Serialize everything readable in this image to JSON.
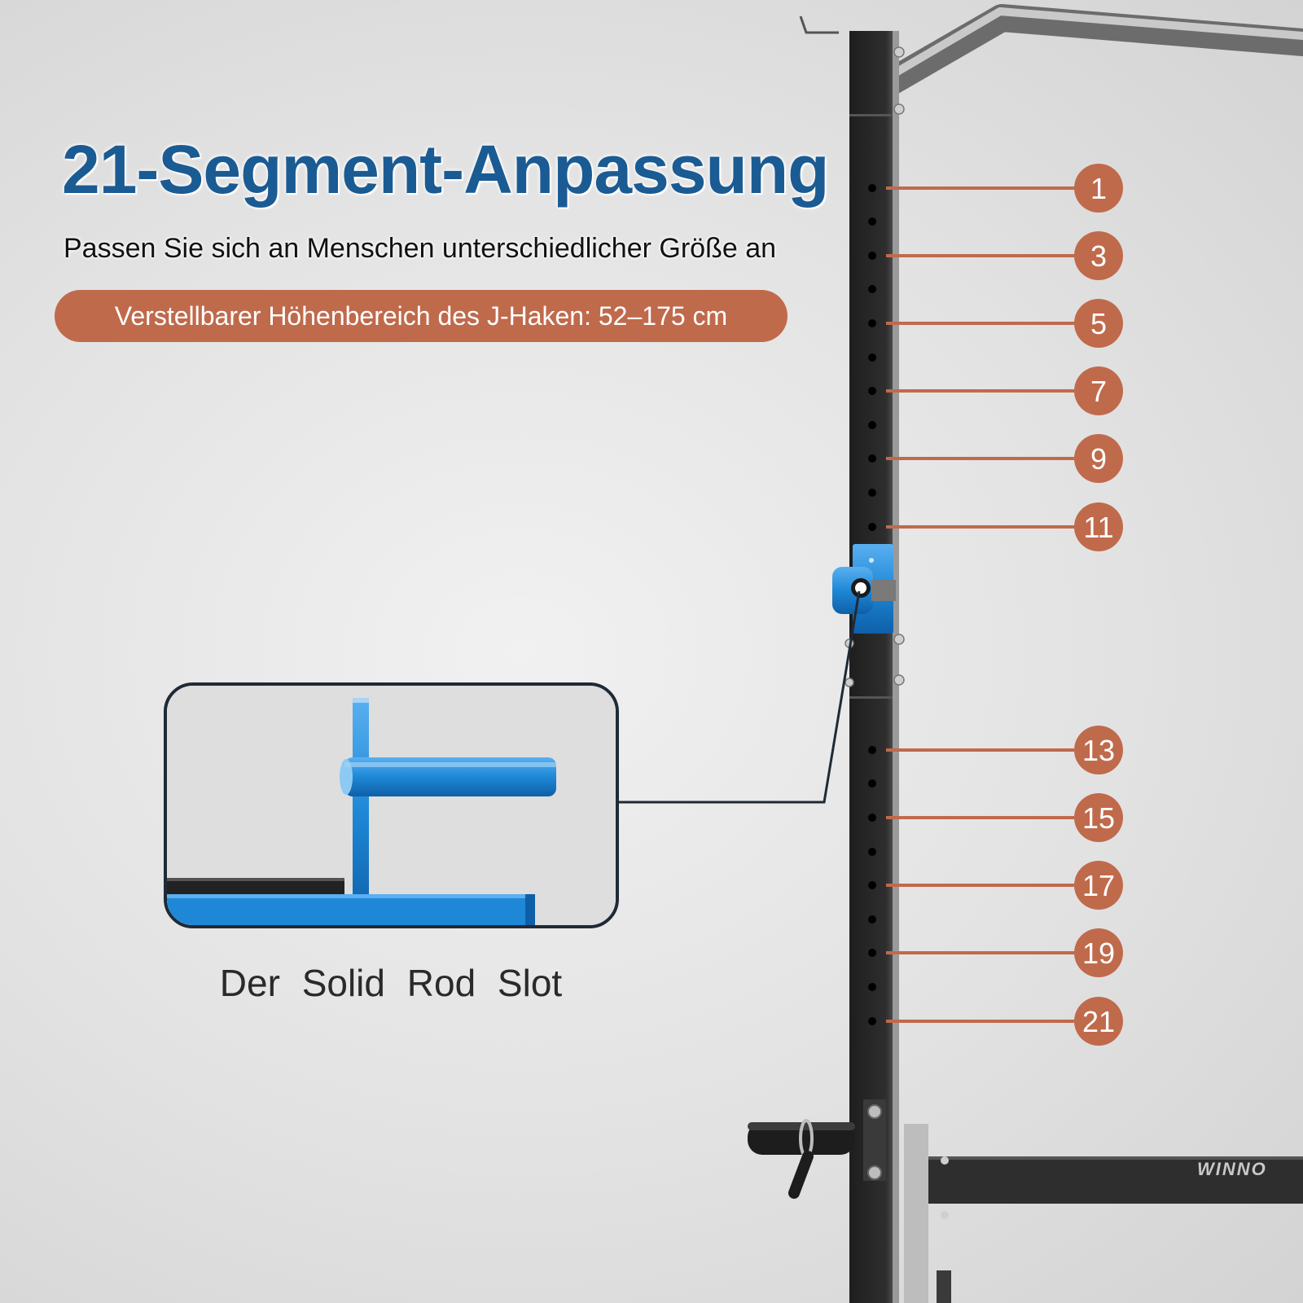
{
  "headline": "21-Segment-Anpassung",
  "subheadline": "Passen Sie sich an Menschen unterschiedlicher Größe an",
  "height_range_badge": "Verstellbarer Höhenbereich des J-Haken: 52–175 cm",
  "detail_caption": "Der Solid Rod Slot",
  "brand_text": "WINNO",
  "marker_labels": [
    "1",
    "3",
    "5",
    "7",
    "9",
    "11",
    "13",
    "15",
    "17",
    "19",
    "21"
  ],
  "colors": {
    "headline": "#1b5b93",
    "accent_copper": "#c06a4c",
    "j_hook_blue": "#1e88d6",
    "frame_black": "#2b2b2b"
  }
}
